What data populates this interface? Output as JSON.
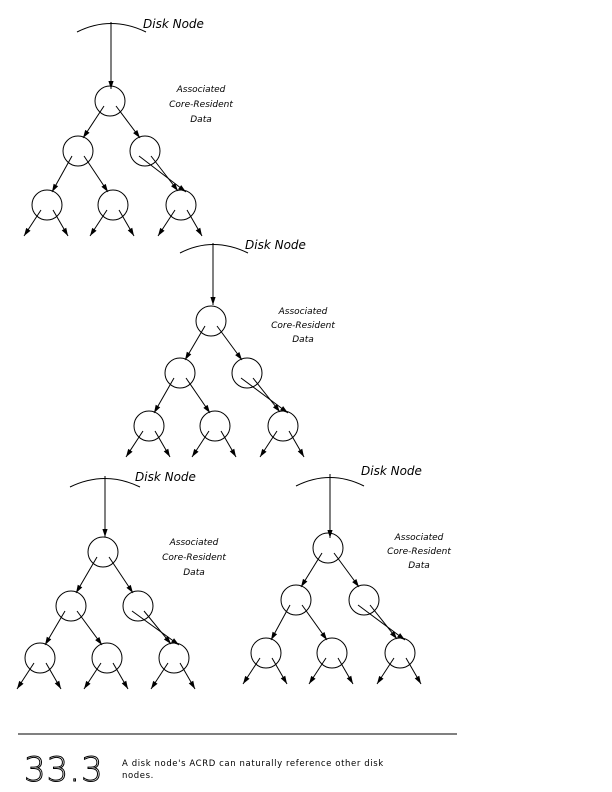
{
  "diagram": {
    "blocks": [
      {
        "disk_label": "Disk Node",
        "data_lines": [
          "Associated",
          "Core-Resident",
          "Data"
        ]
      },
      {
        "disk_label": "Disk Node",
        "data_lines": [
          "Associated",
          "Core-Resident",
          "Data"
        ]
      },
      {
        "disk_label": "Disk Node",
        "data_lines": [
          "Associated",
          "Core-Resident",
          "Data"
        ]
      },
      {
        "disk_label": "Disk Node",
        "data_lines": [
          "Associated",
          "Core-Resident",
          "Data"
        ]
      }
    ]
  },
  "figure": {
    "number": "33.3",
    "caption_lines": [
      "A disk node's ACRD can naturally reference other disk",
      "nodes."
    ]
  }
}
